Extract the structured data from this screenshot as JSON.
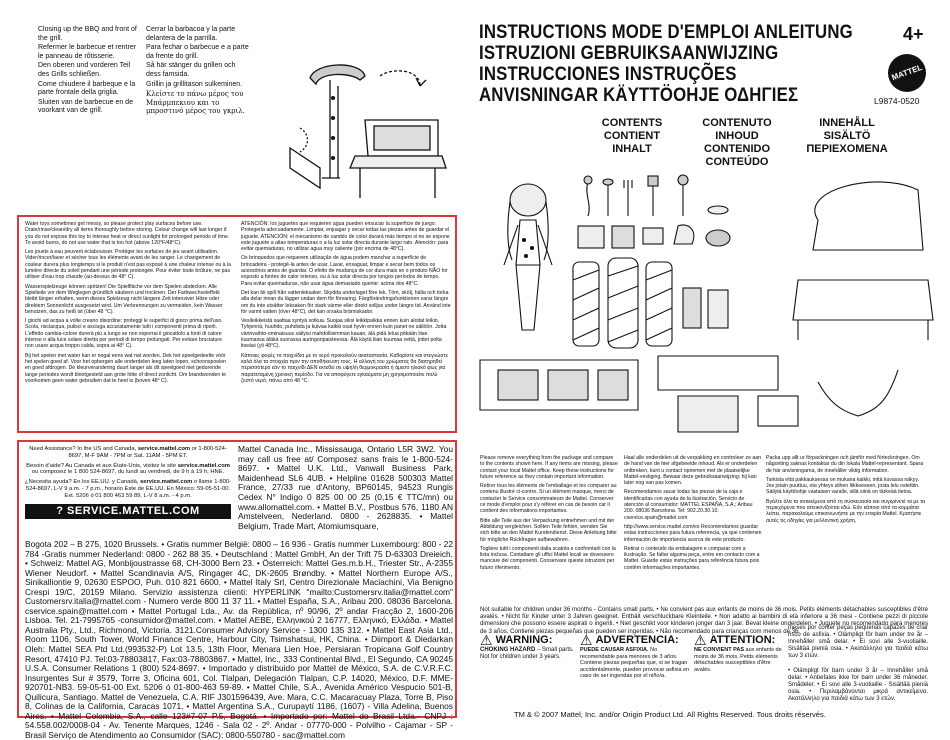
{
  "top_left": {
    "col1": [
      "Closing up the BBQ and front of the grill.",
      "Refermer le barbecue et rentrer le panneau de rôtisserie.",
      "Den oberen und vorderen Teil des Grills schließen.",
      "Come chiudere il barbeque e la parte frontale della griglia.",
      "Sluiten van de barbecue en de voorkant van de grill."
    ],
    "col2": [
      "Cerrar la barbacoa y la parte delantera de la parrilla.",
      "Para fechar o barbecue e a parte da frente do grill.",
      "Så här stänger du grillen och dess famsida.",
      "Grillin ja grillitason sulkeminen.",
      "Κλείστε το πάνω μέρος του Μπάρμπεκιου και το μπροστινό μέρος του γκριλ."
    ]
  },
  "water_box": {
    "left_paras": [
      "Water toys sometimes get messy, so please protect play surfaces before use. Drain/rinse/clean/dry all items thoroughly before storing. Colour change will last longer if you do not expose this toy to intense heat or direct sunlight for prolonged periods of time. To avoid burns, do not use water that is too hot (above 120°F/48°C).",
      "Les jouets à eau peuvent éclabousser. Protéger les surfaces de jeu avant utilisation. Vider/rincer/laver et sécher tous les éléments avant de les ranger. Le changement de couleur durera plus longtemps si le produit n'est pas exposé à une chaleur intense ou à la lumière directe du soleil pendant une période prolongée. Pour éviter toute brûlure, ne pas utiliser d'eau trop chaude (au-dessus de 48° C).",
      "Wasserspielzeuge können spritzen! Die Spielfläche vor dem Spielen abdecken. Alle Spielteile vor dem Weglegen gründlich säubern und trocknen. Der Farbwechseleffekt bleibt länger erhalten, wenn dieses Spielzeug nicht längere Zeit intensiver Hitze oder direktem Sonnenlicht ausgesetzt wird. Um Verbrennungen zu vermeiden, kein Wasser benutzen, das zu heiß ist (über 48 °C).",
      "I giochi ad acqua a volte creano disordine: proteggi le superfici di gioco prima dell'uso. Scola, risciacqua, pulisci e asciuga accuratamente tutti i componenti prima di riporli. L'effetto cambia-colore durerà più a lungo se non esporrai il giocattolo a fonti di calore intense o alla luce solare diretta per periodi di tempo prolungati. Per evitare bruciature non usare acqua troppo calda, sopra ai 48° C).",
      "Bij het spelen met water kan er nogal eens wat nat worden. Dek het speelgedeelte vóór het spelen goed af. Voor het opbergen alle onderdelen leeg laten lopen, schoonspoelen en goed afdrogen. De kleurverandering duurt langer als dit speelgoed niet gedurende lange periodes wordt blootgesteld aan grote hitte of direct zonlicht. Om brandwonden te voorkomen geen water gebruiken dat te heet is (boven 48° C)."
    ],
    "right_paras": [
      "ATENCIÓN: los juguetes que requieren agua pueden ensuciar la superficie de juego. Protegerla adecuadamente. Limpiar, enjuagar y secar todas las piezas antes de guardar el juguete. ATENCIÓN: el mecanismo de cambio de color durará más tiempo si no se expone este juguete a altas temperaturas o a la luz solar directa durante largo rato. Atención: para evitar quemaduras, no utilizar agua muy caliente (por encima de 48°C).",
      "Os brinquedos que requerem utilização de água podem manchar a superfície de brincadeira - protegê-la antes de usar. Lavar, enxaguar, limpar e secar bem todos os acessórios antes de guardar. O efeito de mudança de cor dura mais se o produto NÃO for exposto a fontes de calor intenso, ou à luz solar directa por longos períodos de tempo. Para evitar queimaduras, não usar água demasiado quente: acima dos 48°C.",
      "Det kan bli spill från vattenleksaker. Skydda underlaget före lek. Töm, skölj, hälla och torka alla delar innan du lägger undan dem för förvaring. Färgförändringsfunktionen varar längre om du inte utsätter leksaken för stark värme eller direkt solljus under längre tid. Använd inte för varmt vatten (över 48°C), det kan orsaka brännskador.",
      "Vesileikkeistä saattaa syntyä sotkua. Suojaa siksi leikkipaikka ennen kuin aloitat leikin. Tyhjennä, huuhdo, puhdista ja kuivaa kaikki osat hyvin ennen kuin panet ne säilöön. Jotta värinvaihto-ominaisuus säilyisi mahdollisimman kauan, älä pidä lelua pitkään liian kuumassa äläkä suorassa auringonpaisteessa. Älä käytä liian kuumaa vettä, jottet polta itseäsi (yli 48°C).",
      "Κάποιες φορές τα παιχνίδια με το νερό προκαλούν ακαταστασία. Καθαρίστε και στεγνώστε καλά όλα τα στοιχεία πριν την αποθήκευση τους. Η αλλαγή του χρώματος θα διατηρηθεί περισσότερο εάν το παιχνίδι ΔΕΝ εκτεθεί σε υψηλή θερμοκρασία ή άμεσο ηλιακό φως για παρατεταμένη χρονική περίοδο. Για να αποφύγετε εγκαύματα μη χρησιμοποιείτε πολύ ζεστό νερό, πάνω από 48 °C."
    ]
  },
  "help_box": {
    "rows": [
      {
        "q": "Need Assistance? In the US and Canada,",
        "web": "service.mattel.com",
        "more": "or 1-800-524-8697, M-F 9AM - 7PM or Sat. 11AM - 5PM ET."
      },
      {
        "q": "Besoin d'aide? Au Canada et aux États-Unis, visitez le site",
        "web": "service.mattel.com",
        "more": "ou composez le 1 800 524-8697, du lundi au vendredi, de 9 h à 19 h, HNE."
      },
      {
        "q": "¿Necesita ayuda? En los EE.UU. y Canadá,",
        "web": "service.mattel.com",
        "more": "o llame 1-800-524-8697, L-V 9 a.m. - 7 p.m., horario Este de EE.UU. En México: 59-05-51-00. Ext. 5206 ó 01 800 463 59 89, L-V 8 a.m. - 4 p.m."
      }
    ],
    "bar": "? SERVICE.MATTEL.COM",
    "right_text": "Mattel Canada Inc., Mississauga, Ontario L5R 3W2. You may call us free at/ Composez sans frais le 1-800-524-8697. • Mattel U.K. Ltd., Vanwall Business Park, Maidenhead SL6 4UB. • Helpline 01628 500303 Mattel France, 27/33 rue d'Antony, BP60145, 94523 Rungis Cedex N° Indigo 0 825 00 00 25 (0,15 € TTC/mn) ou www.allomattel.com. • Mattel B.V., Postbus 576, 1180 AN Amstelveen, Nederland. 0800 - 2628835. • Mattel Belgium, Trade Mart, Atomiumsquare,",
    "bottom_text": "Bogota 202 – B 275, 1020 Brussels. • Gratis nummer België: 0800 – 16 936 - Gratis nummer Luxembourg: 800 - 22 784 -Gratis nummer Nederland: 0800 - 262 88 35. • Deutschland : Mattel GmbH, An der Trift 75 D-63303 Dreieich. • Schweiz: Mattel AG, Monbijoustrasse 68, CH-3000 Bern 23. • Österreich: Mattel Ges.m.b.H., Triester Str., A-2355 Wiener Neudorf. • Mattel Scandinavia A/S, Ringager 4C, DK-2605 Brøndby. • Mattel Northern Europe A/S., Sinikalliontie 9, 02630 ESPOO, Puh. 010 821 6600. • Mattel Italy Srl, Centro Direzionale Maciachini, Via Benigno Crespi 19/C, 20159 Milano. Servizio assistenza clienti: HYPERLINK \"mailto:Customersrv.italia@mattel.com\" Customersrv.italia@mattel.com - Numero verde 800 11 37 11. • Mattel España, S.A., Aribau 200. 08036 Barcelona. cservice.spain@mattel.com • Mattel Portugal Lda., Av. da República, nº 90/96, 2º andar Fracção 2, 1600-206 Lisboa. Tel. 21-7995765 -consumidor@mattel.com. • Mattel AEBE, Ελληνικού 2 16777, Ελληνικό, Ελλάδα. • Mattel Australia Pty., Ltd., Richmond, Victoria. 3121.Consumer Advisory Service - 1300 135 312. • Mattel East Asia Ltd., Room 1106, South Tower, World Finance Centre, Harbour City, Tsimshatsui, HK, China. • Diimport & Diedarkan Oleh: Mattel SEA Ptd Ltd.(993532-P) Lot 13.5, 13th Floor, Menara Lien Hoe, Persiaran Tropicana Golf Country Resort, 47410 PJ. Tel:03-78803817, Fax:03-78803867. • Mattel, Inc., 333 Continental Blvd., El Segundo, CA 90245 U.S.A. Consumer Relations 1 (800) 524-8697. • Importado y distribuido por Mattel de México, S.A. de C.V.R.F.C. Insurgentes Sur # 3579, Torre 3, Oficina 601, Col. Tlalpan, Delegación Tlalpan, C.P. 14020, México, D.F. MME-920701-NB3. 59-05-51-00 Ext. 5206 ó 01-800-463 59-89. • Mattel Chile, S.A., Avenida Américo Vespucio 501-B, Quilicura, Santiago. Mattel de Venezuela, C.A. RIF J301596439, Ave. Mara, C.C. Macaracuay Plaza, Torre B, Piso 8, Colinas de la California, Caracas 1071. • Mattel Argentina S.A., Curupaytí 1186, (1607) - Villa Adelina, Buenos Aires. • Mattel Colombia, S.A., calle 123#7-07 P.5, Bogotá. • Importado por: Mattel do Brasil Ltda.- CNPJ : 54.558.002/0008-04 - Av. Tenente Marques, 1246 - Sala 02 - 2º. Andar - 07770-000 - Polvilho - Cajamar - SP - Brasil Serviço de Atendimento ao Consumidor (SAC): 0800-550780 - sac@mattel.com"
  },
  "titles": [
    "INSTRUCTIONS  MODE D'EMPLOI  ANLEITUNG",
    "ISTRUZIONI  GEBRUIKSAANWIJZING",
    "INSTRUCCIONES  INSTRUÇÕES",
    "ANVISNINGAR  KÄYTTÖOHJE  ΟΔΗΓΙΕΣ"
  ],
  "age": "4+",
  "brand": "MATTEL",
  "code": "L9874-0520",
  "contents_cols": [
    [
      "CONTENTS",
      "CONTIENT",
      "INHALT"
    ],
    [
      "CONTENUTO",
      "INHOUD",
      "CONTENIDO",
      "CONTEÚDO"
    ],
    [
      "INNEHÅLL",
      "SISÄLTÖ",
      "ΠΕΡΙΕΧΟΜΕΝΑ"
    ]
  ],
  "pack_cols": [
    [
      "Please remove everything from the package and compare to the contents shown here. If any items are missing, please contact your local Mattel office. Keep these instructions for future reference as they contain important information.",
      "Retirer tous les éléments de l'emballage et les comparer au contenu illustré ci-contre. Si un élément manque, merci de contacter le Service consommateurs de Mattel. Conserver ce mode d'emploi pour s'y référer en cas de besoin car il contient des informations importantes.",
      "Bitte alle Teile aus der Verpackung entnehmen und mit der Abbildung vergleichen. Sollten Teile fehlen, wenden Sie sich bitte an den Mattel Kundendienst. Diese Anleitung bitte für mögliche Rückfragen aufbewahren.",
      "Togliere tutti i componenti dalla scatola e confrontarli con la lista inclusa. Contattare gli uffici Mattel locali se dovessero mancare dei componenti. Conservare queste istruzioni per futuro riferimento."
    ],
    [
      "Haal alle onderdelen uit de verpakking en controleer ze aan de hand van de hier afgebeelde inhoud. Als er onderdelen ontbreken, kunt u contact opnemen met de plaatselijke Mattel-vestiging. Bewaar deze gebruiksaanwijzing; hij kan later nog van pas komen.",
      "Recomendamos sacar todas las piezas de la caja e identificarlas con ayuda de la ilustración. Servicio de atención al consumidor: MATTEL ESPAÑA, S.A.; Aribau 200. 08036 Barcelona. Tel: 902.20.30.10. cservice.spain@mattel.com",
      "http://www.service.mattel.com/es Recomendamos guardar estas instrucciones para futura referencia, ya que contienen información de importancia acerca de este producto.",
      "Retirar o conteúdo da embalagem e comparar com a ilustração. Se faltar alguma peça, entre em contacto com a Mattel. Guarde estas instruções para referência futura pois contêm informações importantes."
    ],
    [
      "Packa upp allt ur förpackningen och jämför med förteckningen. Om någonting saknas kontaktar du din lokala Mattel-representant. Spara de här anvisningarna, de innehåller viktig information.",
      "Tarkista että pakkauksessa on mukana kaikki, mitä kuvassa näkyy. Jos jotain puuttuu, ota yhteys siihen liikkeeseen, josta lelu ostettiin. Säilytä käyttöohje vastaisen varalle, sillä siinä on tärkeää tietoa.",
      "Βγάλτε όλα τα αντικείμενα από τη συσκευασία και συγκρίνετέ τα με τα περιεχόμενα που απεικονίζονται εδώ. Εάν κάποιο από τα κομμάτια λείπει, παρακαλούμε επικοινωνήστε με την εταιρία Mattel. Κρατήστε αυτές τις οδηγίες για μελλοντική χρήση."
    ]
  ],
  "warning_strip": "Not suitable for children under 36 months - Contains small parts. • Ne convient pas aux enfants de moins de 36 mois. Petits éléments détachables susceptibles d'être avalés. • Nicht für Kinder unter 3 Jahren geeignet. Enthält verschluckbare Kleinteile. • Non adatto ai bambini di età inferiore a 36 mesi - Contiene pezzi di piccole dimensioni che possono essere aspirati o ingeriti. • Niet geschikt voor kinderen jonger dan 3 jaar. Bevat kleine onderdelen. • Juguete no recomendado para menores de 3 años. Contiene piezas pequeñas que pueden ser ingeridas. • Não recomendado para crianças com menos de 36",
  "warning_right": "meses por conter peças pequenas capazes de criar risco de asfixia. • Olämpligt för barn under tre år – Innehåller små delar. • Ei sovi alle 3-vuotiaille. Sisältää pieniä osia. • Ακατάλληλο για παιδιά κάτω των 3 ετών.",
  "warning_right2": "• Olämpligt för barn under 3 år – Innehåller små delar. • Anbefales ikke for barn under 36 måneder. Smådeler. • Ei sovi alle 3-vuotiaille - Sisältää pieniä osia. • Περιλαμβάνονται μικρά αντικείμενα. Ακατάλληλο για παιδιά κάτω των 3 ετών.",
  "warnings": [
    {
      "head": "WARNING:",
      "sub": "CHOKING HAZARD",
      "text": "– Small parts. Not for children under 3 years."
    },
    {
      "head": "ADVERTENCIA:",
      "sub": "PUEDE CAUSAR ASFIXIA.",
      "text": "No recomendable para menores de 3 años. Contiene piezas pequeñas que, si se tragan accidentalmente, pueden provocar asfixia en caso de ser ingeridas por el niño/a."
    },
    {
      "head": "ATTENTION:",
      "sub": "NE CONVIENT PAS",
      "text": "aux enfants de moins de 36 mois. Petits éléments détachables susceptibles d'être avalés."
    }
  ],
  "footer": "TM & © 2007 Mattel, Inc. and/or Origin Product Ltd. All Rights Reserved. Tous droits réservés."
}
